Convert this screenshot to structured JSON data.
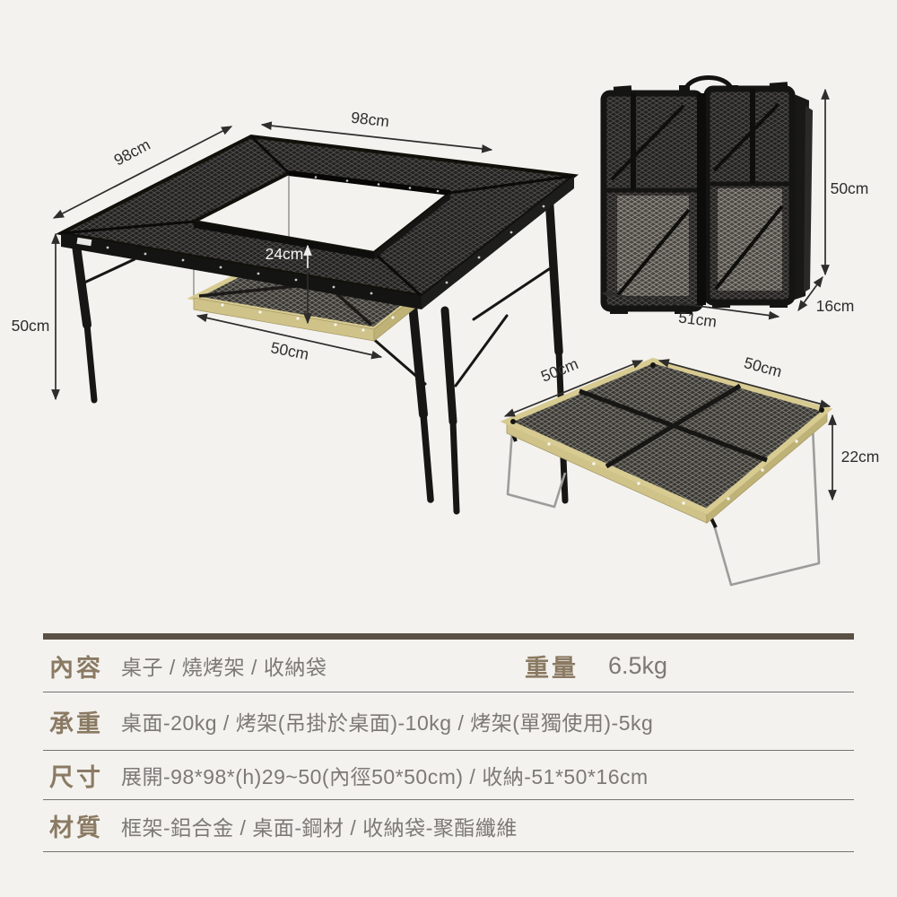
{
  "colors": {
    "background": "#f3f2ef",
    "accent_label_brown": "#8b7a63",
    "content_gray": "#7c7976",
    "spec_top_bar": "#5a5044",
    "tan_frame": "#d7cb92",
    "mesh_dark": "#22211f",
    "dim_line": "#2e2d2b"
  },
  "diagrams": {
    "main_table": {
      "dim_top_width": "98cm",
      "dim_left_depth": "98cm",
      "dim_leg_height": "50cm",
      "dim_hang_height": "24cm",
      "dim_grill_width": "50cm"
    },
    "folded_table": {
      "dim_height": "50cm",
      "dim_depth": "16cm",
      "dim_width": "51cm"
    },
    "grill_table": {
      "dim_depth": "50cm",
      "dim_width": "50cm",
      "dim_height": "22cm"
    }
  },
  "spec_table": {
    "rows": [
      {
        "label": "內容",
        "content": "桌子 / 燒烤架 / 收納袋",
        "label2": "重量",
        "value2": "6.5kg"
      },
      {
        "label": "承重",
        "content": "桌面-20kg / 烤架(吊掛於桌面)-10kg / 烤架(單獨使用)-5kg"
      },
      {
        "label": "尺寸",
        "content": "展開-98*98*(h)29~50(內徑50*50cm) / 收納-51*50*16cm"
      },
      {
        "label": "材質",
        "content": "框架-鋁合金 / 桌面-鋼材 / 收納袋-聚酯纖維"
      }
    ]
  }
}
